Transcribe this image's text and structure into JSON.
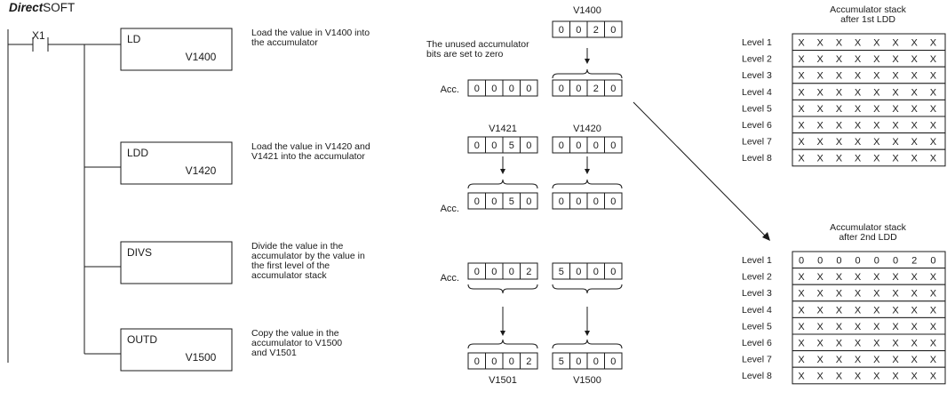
{
  "brand": {
    "bold": "Direct",
    "rest": "SOFT"
  },
  "ladder": {
    "contact_label": "X1",
    "instructions": [
      {
        "op": "LD",
        "operand": "V1400",
        "desc": [
          "Load the value in V1400 into",
          "the accumulator"
        ]
      },
      {
        "op": "LDD",
        "operand": "V1420",
        "desc": [
          "Load the value in V1420 and",
          "V1421 into the accumulator"
        ]
      },
      {
        "op": "DIVS",
        "operand": "",
        "desc": [
          "Divide the value in the",
          "accumulator by the value in",
          "the first level of the",
          "accumulator stack"
        ]
      },
      {
        "op": "OUTD",
        "operand": "V1500",
        "desc": [
          "Copy the value in the",
          "accumulator to V1500",
          "and V1501"
        ]
      }
    ]
  },
  "flow": {
    "acc_label": "Acc.",
    "step1": {
      "source_label": "V1400",
      "source_digits": [
        "0",
        "0",
        "2",
        "0"
      ],
      "note": [
        "The unused accumulator",
        "bits are set to zero"
      ],
      "acc_high": [
        "0",
        "0",
        "0",
        "0"
      ],
      "acc_low": [
        "0",
        "0",
        "2",
        "0"
      ]
    },
    "step2": {
      "high_label": "V1421",
      "low_label": "V1420",
      "high_digits": [
        "0",
        "0",
        "5",
        "0"
      ],
      "low_digits": [
        "0",
        "0",
        "0",
        "0"
      ],
      "acc_high": [
        "0",
        "0",
        "5",
        "0"
      ],
      "acc_low": [
        "0",
        "0",
        "0",
        "0"
      ]
    },
    "step3": {
      "acc_high": [
        "0",
        "0",
        "0",
        "2"
      ],
      "acc_low": [
        "5",
        "0",
        "0",
        "0"
      ]
    },
    "step4": {
      "high_label": "V1501",
      "low_label": "V1500",
      "high_digits": [
        "0",
        "0",
        "0",
        "2"
      ],
      "low_digits": [
        "5",
        "0",
        "0",
        "0"
      ]
    }
  },
  "stacks": [
    {
      "title": [
        "Accumulator stack",
        "after 1st LDD"
      ],
      "levels": [
        "Level 1",
        "Level 2",
        "Level 3",
        "Level 4",
        "Level 5",
        "Level 6",
        "Level 7",
        "Level 8"
      ],
      "rows": [
        [
          "X",
          "X",
          "X",
          "X",
          "X",
          "X",
          "X",
          "X"
        ],
        [
          "X",
          "X",
          "X",
          "X",
          "X",
          "X",
          "X",
          "X"
        ],
        [
          "X",
          "X",
          "X",
          "X",
          "X",
          "X",
          "X",
          "X"
        ],
        [
          "X",
          "X",
          "X",
          "X",
          "X",
          "X",
          "X",
          "X"
        ],
        [
          "X",
          "X",
          "X",
          "X",
          "X",
          "X",
          "X",
          "X"
        ],
        [
          "X",
          "X",
          "X",
          "X",
          "X",
          "X",
          "X",
          "X"
        ],
        [
          "X",
          "X",
          "X",
          "X",
          "X",
          "X",
          "X",
          "X"
        ],
        [
          "X",
          "X",
          "X",
          "X",
          "X",
          "X",
          "X",
          "X"
        ]
      ]
    },
    {
      "title": [
        "Accumulator stack",
        "after 2nd LDD"
      ],
      "levels": [
        "Level 1",
        "Level 2",
        "Level 3",
        "Level 4",
        "Level 5",
        "Level 6",
        "Level 7",
        "Level 8"
      ],
      "rows": [
        [
          "0",
          "0",
          "0",
          "0",
          "0",
          "0",
          "2",
          "0"
        ],
        [
          "X",
          "X",
          "X",
          "X",
          "X",
          "X",
          "X",
          "X"
        ],
        [
          "X",
          "X",
          "X",
          "X",
          "X",
          "X",
          "X",
          "X"
        ],
        [
          "X",
          "X",
          "X",
          "X",
          "X",
          "X",
          "X",
          "X"
        ],
        [
          "X",
          "X",
          "X",
          "X",
          "X",
          "X",
          "X",
          "X"
        ],
        [
          "X",
          "X",
          "X",
          "X",
          "X",
          "X",
          "X",
          "X"
        ],
        [
          "X",
          "X",
          "X",
          "X",
          "X",
          "X",
          "X",
          "X"
        ],
        [
          "X",
          "X",
          "X",
          "X",
          "X",
          "X",
          "X",
          "X"
        ]
      ]
    }
  ]
}
